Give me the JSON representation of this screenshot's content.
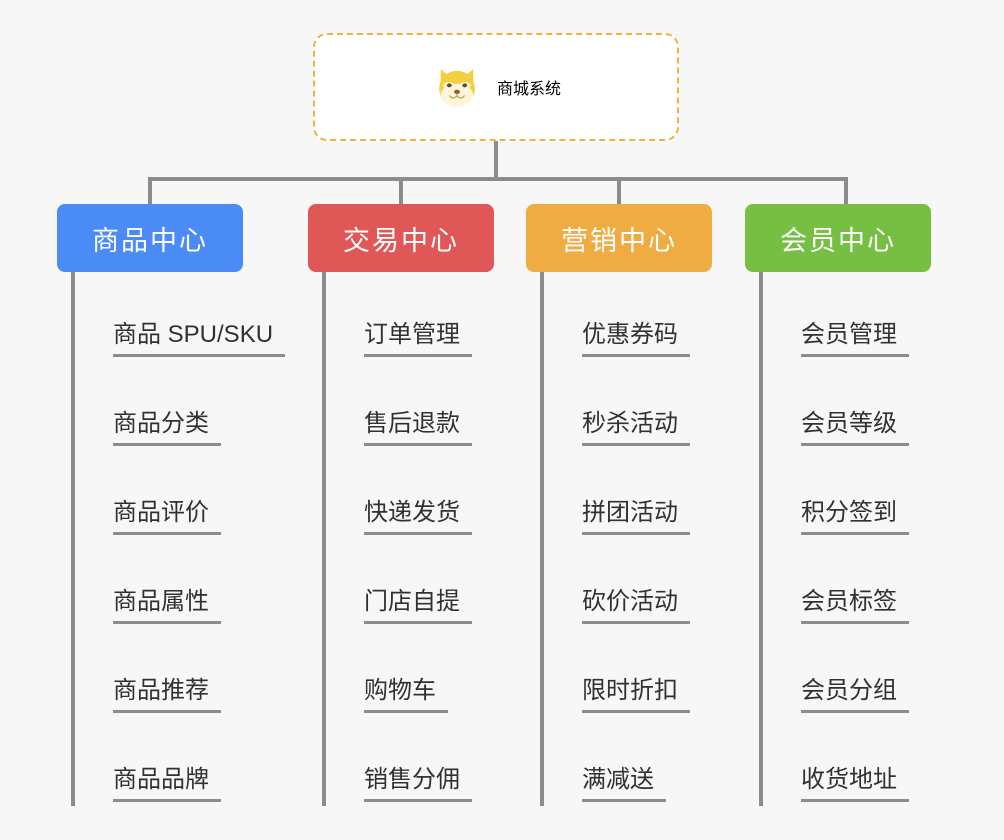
{
  "root": {
    "title": "商城系统",
    "icon": "shiba-inu-dog-face-icon",
    "accent_color": "#efb23f",
    "border_style": "dashed"
  },
  "connector_color": "#8c8c8c",
  "background_color": "#f7f7f7",
  "columns": [
    {
      "title": "商品中心",
      "color": "#4a8bf5",
      "items": [
        "商品 SPU/SKU",
        "商品分类",
        "商品评价",
        "商品属性",
        "商品推荐",
        "商品品牌"
      ]
    },
    {
      "title": "交易中心",
      "color": "#e05757",
      "items": [
        "订单管理",
        "售后退款",
        "快递发货",
        "门店自提",
        "购物车",
        "销售分佣"
      ]
    },
    {
      "title": "营销中心",
      "color": "#eeac42",
      "items": [
        "优惠券码",
        "秒杀活动",
        "拼团活动",
        "砍价活动",
        "限时折扣",
        "满减送"
      ]
    },
    {
      "title": "会员中心",
      "color": "#76bf43",
      "items": [
        "会员管理",
        "会员等级",
        "积分签到",
        "会员标签",
        "会员分组",
        "收货地址"
      ]
    }
  ]
}
